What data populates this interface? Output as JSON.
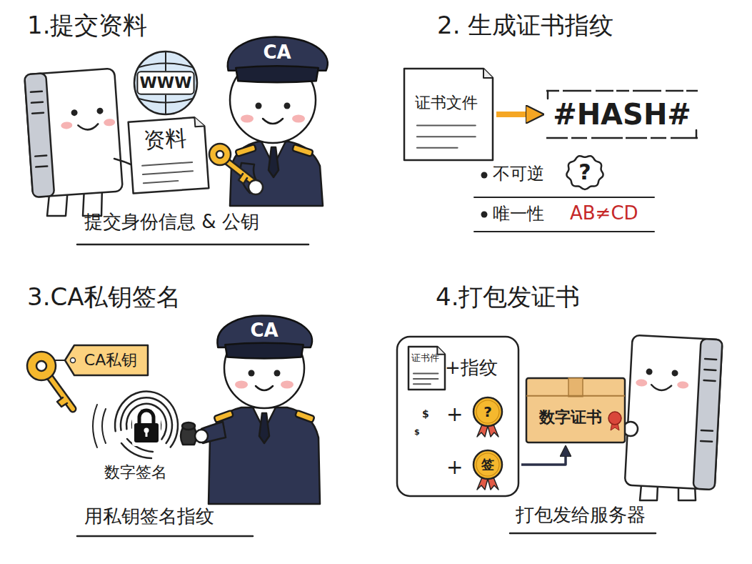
{
  "diagram": {
    "nodes": [
      {
        "text": [
          "WWW"
        ]
      },
      {
        "text": [
          "CA"
        ]
      },
      {
        "text": [
          "资料"
        ]
      },
      {
        "text": [
          "证书文件"
        ]
      },
      {
        "text": [
          "#HASH#"
        ]
      },
      {
        "text": [
          "?"
        ]
      },
      {
        "text": [
          "CA私钥"
        ]
      },
      {
        "text": [
          "CA"
        ]
      },
      {
        "text": [
          "+指纹",
          "+",
          "+"
        ]
      },
      {
        "text": [
          "证书件"
        ],
        "in": 8
      },
      {
        "text": [
          "?"
        ],
        "in": 8
      },
      {
        "text": [
          "签"
        ],
        "in": 8
      },
      {
        "text": [
          "数字证书"
        ]
      }
    ],
    "edges": [
      {
        "from": 3,
        "to": 4,
        "arrow": "to"
      },
      {
        "from": 8,
        "to": 12,
        "arrow": "to"
      }
    ],
    "labels": [
      "1.提交资料",
      "提交身份信息 & 公钥",
      "2. 生成证书指纹",
      "不可逆",
      "唯一性",
      "AB≠CD",
      "3.CA私钥签名",
      "数字签名",
      "用私钥签名指纹",
      "4.打包发证书",
      "$",
      "$",
      "打包发给服务器"
    ]
  }
}
